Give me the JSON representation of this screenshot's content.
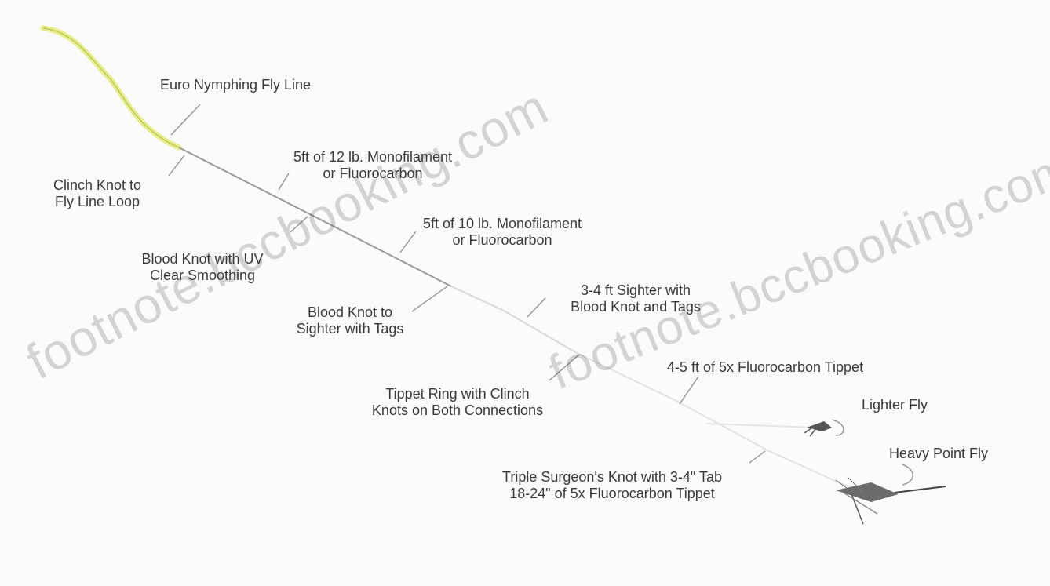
{
  "diagram": {
    "labels": {
      "fly_line": [
        "Euro Nymphing Fly Line"
      ],
      "clinch_loop": [
        "Clinch Knot to",
        "Fly Line Loop"
      ],
      "mono_12": [
        "5ft of 12 lb. Monofilament",
        "or Fluorocarbon"
      ],
      "mono_10": [
        "5ft of 10 lb. Monofilament",
        "or Fluorocarbon"
      ],
      "blood_uv": [
        "Blood Knot with UV",
        "Clear Smoothing"
      ],
      "blood_sighter": [
        "Blood Knot to",
        "Sighter with Tags"
      ],
      "sighter": [
        "3-4 ft Sighter with",
        "Blood Knot and Tags"
      ],
      "tippet_ring": [
        "Tippet Ring with Clinch",
        "Knots on Both Connections"
      ],
      "tippet_5x": [
        "4-5 ft of 5x Fluorocarbon Tippet"
      ],
      "lighter_fly": [
        "Lighter Fly"
      ],
      "point_fly": [
        "Heavy Point Fly"
      ],
      "surgeons": [
        "Triple Surgeon's Knot with 3-4\" Tab",
        "18-24\" of 5x Fluorocarbon Tippet"
      ]
    },
    "watermarks": [
      "footnote.bccbooking.com",
      "footnote.bccbooking.com"
    ],
    "colors": {
      "fly_line": "#e6ee8c",
      "leader": "#9a9a9a",
      "text": "#3a3a3a",
      "fly": "#555555"
    }
  }
}
